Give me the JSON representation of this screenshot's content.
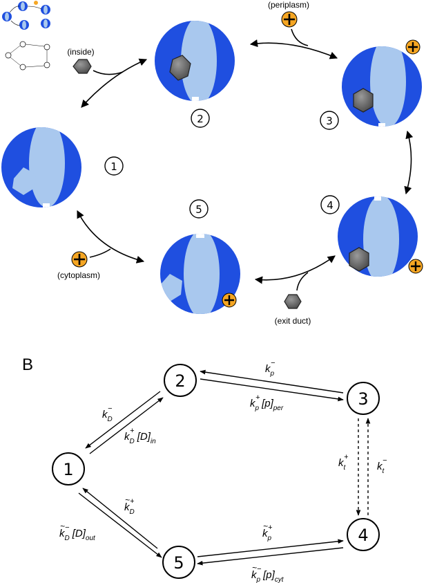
{
  "panel_b_label": "B",
  "colors": {
    "protein": "#1f4fe0",
    "channel": "#a9c8ee",
    "ion": "#f5a623",
    "drug": "#6f6f6f",
    "ink": "#000000"
  },
  "panel_a": {
    "states": [
      {
        "id": "1",
        "label": "1"
      },
      {
        "id": "2",
        "label": "2"
      },
      {
        "id": "3",
        "label": "3"
      },
      {
        "id": "4",
        "label": "4"
      },
      {
        "id": "5",
        "label": "5"
      }
    ],
    "annotations": {
      "inside": "(inside)",
      "periplasm": "(periplasm)",
      "cytoplasm": "(cytoplasm)",
      "exit_duct": "(exit duct)"
    }
  },
  "panel_b": {
    "states": [
      {
        "id": "1",
        "label": "1"
      },
      {
        "id": "2",
        "label": "2"
      },
      {
        "id": "3",
        "label": "3"
      },
      {
        "id": "4",
        "label": "4"
      },
      {
        "id": "5",
        "label": "5"
      }
    ],
    "rates": {
      "kD_minus": "k̅",
      "k_sym": "k",
      "minus": "−",
      "plus": "+",
      "sub_D": "D",
      "sub_p": "p",
      "sub_t": "t",
      "D_in": "[D]",
      "in": "in",
      "out": "out",
      "p_conc": "[p]",
      "per": "per",
      "cyt": "cyt"
    }
  }
}
